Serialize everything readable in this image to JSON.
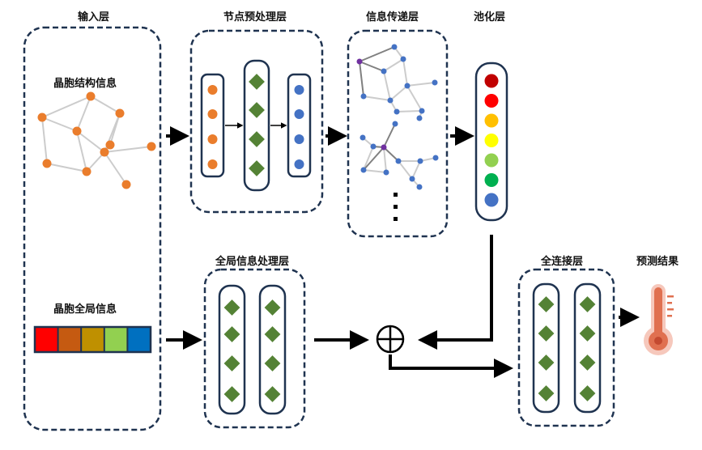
{
  "titles": {
    "input": "输入层",
    "node_pre": "节点预处理层",
    "message": "信息传递层",
    "pool": "池化层",
    "global": "全局信息处理层",
    "fc": "全连接层",
    "predict": "预测结果"
  },
  "labels": {
    "crystal_structure": "晶胞结构信息",
    "crystal_global": "晶胞全局信息"
  },
  "ellipsis_glyph": "⋮",
  "concat_symbol": "⊕",
  "colors": {
    "frame": "#1f3350",
    "node_orange": "#ea7d2c",
    "node_blue": "#4472c4",
    "node_purple": "#7030a0",
    "diamond_green": "#548235",
    "edge_gray": "#cccccc",
    "edge_dark": "#808080",
    "thermo": "#e07050"
  },
  "global_feature_colors": [
    "#ff0000",
    "#c55a11",
    "#bf9000",
    "#92d050",
    "#0070c0"
  ],
  "pool_colors": [
    "#c00000",
    "#ff0000",
    "#ffc000",
    "#ffff00",
    "#92d050",
    "#00b050",
    "#4472c4"
  ]
}
